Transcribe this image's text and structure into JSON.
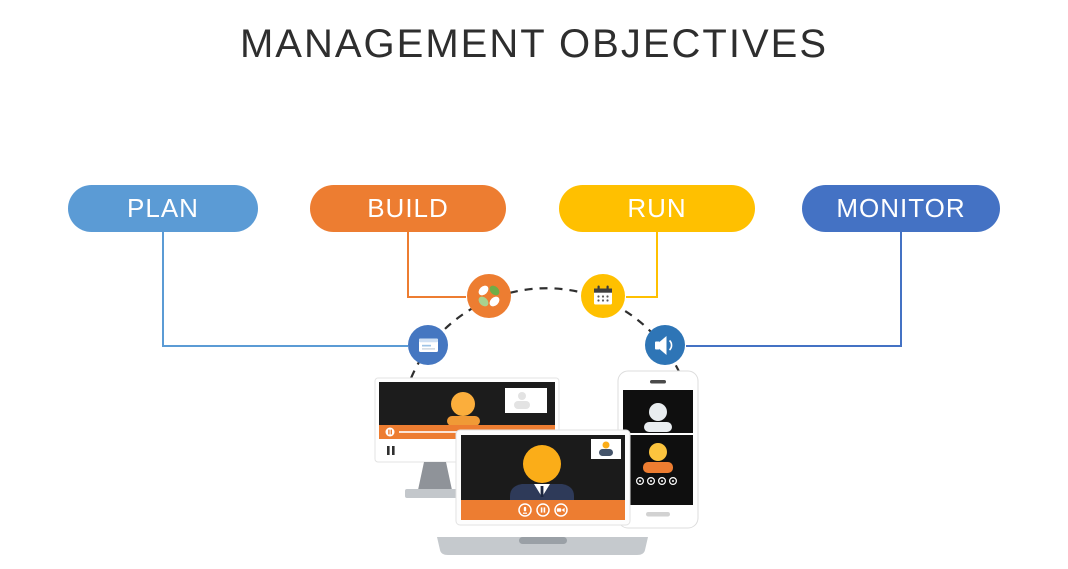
{
  "title": "MANAGEMENT OBJECTIVES",
  "pills": [
    {
      "label": "PLAN",
      "color": "#5B9BD5"
    },
    {
      "label": "BUILD",
      "color": "#ED7D31"
    },
    {
      "label": "RUN",
      "color": "#FFC000"
    },
    {
      "label": "MONITOR",
      "color": "#4472C4"
    }
  ],
  "arc_nodes": [
    {
      "icon": "browser-icon",
      "color": "#4577C1"
    },
    {
      "icon": "leaves-icon",
      "color": "#ED7D31"
    },
    {
      "icon": "calendar-icon",
      "color": "#FFC000"
    },
    {
      "icon": "announcement-icon",
      "color": "#2E75B6"
    }
  ],
  "illustration": {
    "accent": "#ED7D31",
    "skin": "#FBAE3C",
    "screen": "#1B1B1B"
  }
}
